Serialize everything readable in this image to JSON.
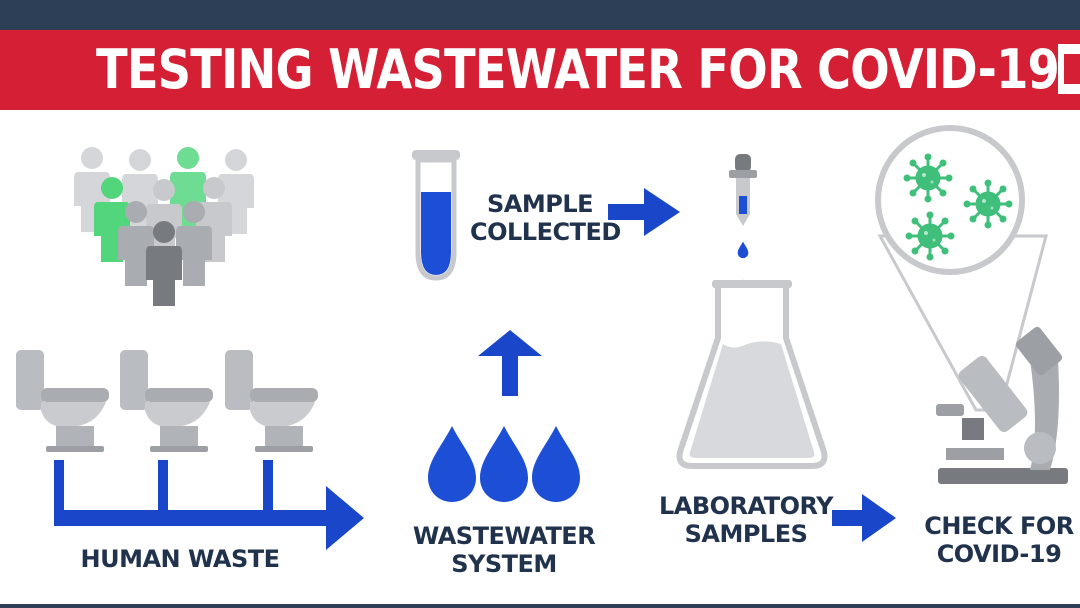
{
  "header": {
    "title": "TESTING WASTEWATER FOR COVID-19"
  },
  "steps": {
    "human_waste": "HUMAN WASTE",
    "wastewater_system": [
      "WASTEWATER",
      "SYSTEM"
    ],
    "sample_collected": [
      "SAMPLE",
      "COLLECTED"
    ],
    "laboratory_samples": [
      "LABORATORY",
      "SAMPLES"
    ],
    "check_for_covid": [
      "CHECK FOR",
      "COVID-19"
    ]
  },
  "colors": {
    "banner_red": "#d51f35",
    "top_bar_navy": "#2d3f57",
    "flow_blue": "#1a47c9",
    "water_blue": "#1d4fd6",
    "text_navy": "#21324c",
    "infected_green": "#52d67b",
    "people_gray": "#c7c9cc",
    "virus_green": "#3fbf7a"
  },
  "icons": [
    "crowd-icon",
    "toilet-icon",
    "test-tube-icon",
    "water-drop-icon",
    "dropper-icon",
    "flask-icon",
    "microscope-icon",
    "virus-icon",
    "arrow-icon"
  ]
}
